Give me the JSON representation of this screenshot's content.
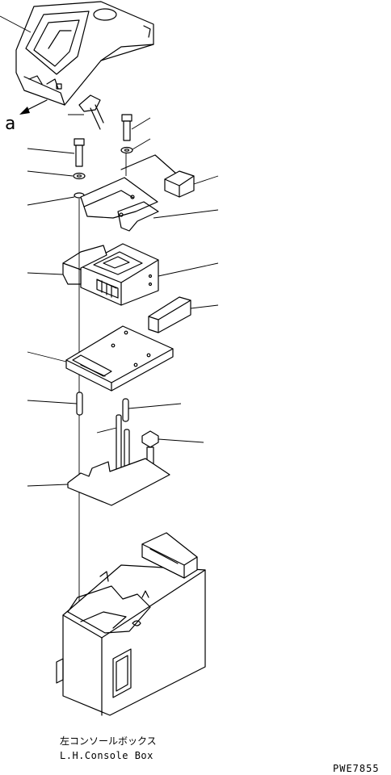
{
  "drawing": {
    "view_label": "a",
    "caption_jp": "左コンソールボックス",
    "caption_en": "L.H.Console Box",
    "figure_code": "PWE7855"
  },
  "callout_count": 16
}
